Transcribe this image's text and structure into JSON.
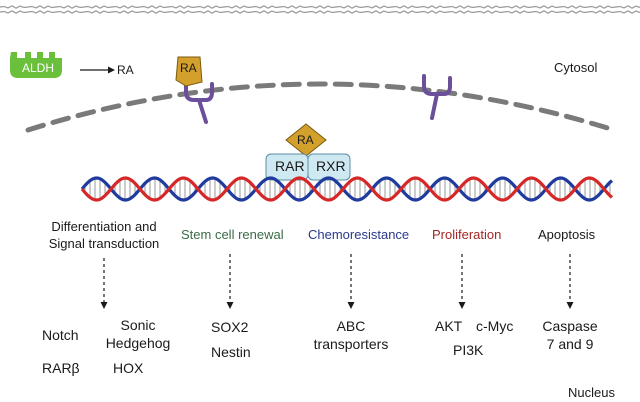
{
  "compartments": {
    "cytosol": "Cytosol",
    "nucleus": "Nucleus"
  },
  "enzyme": {
    "name": "ALDH",
    "product": "RA",
    "color": "#6abf3b"
  },
  "ligand": {
    "label": "RA",
    "color": "#d4a02c"
  },
  "receptors": {
    "rar": "RAR",
    "rxr": "RXR",
    "color": "#cfe9f2"
  },
  "receptor_protein_color": "#6b4f9a",
  "dna_colors": {
    "strand_a": "#d62828",
    "strand_b": "#1f3b9e"
  },
  "pathways": [
    {
      "title": "Differentiation and Signal transduction",
      "title_line1": "Differentiation and",
      "title_line2": "Signal transduction",
      "color": "#1a1a1a",
      "genes": [
        "Notch",
        "Sonic Hedgehog",
        "RARβ",
        "HOX"
      ],
      "sonic_line1": "Sonic",
      "sonic_line2": "Hedgehog"
    },
    {
      "title": "Stem cell renewal",
      "color": "#3a6b47",
      "genes": [
        "SOX2",
        "Nestin"
      ]
    },
    {
      "title": "Chemoresistance",
      "color": "#2a3a8c",
      "genes_line1": "ABC",
      "genes_line2": "transporters"
    },
    {
      "title": "Proliferation",
      "color": "#a32626",
      "genes": [
        "AKT",
        "c-Myc",
        "PI3K"
      ]
    },
    {
      "title": "Apoptosis",
      "color": "#1a1a1a",
      "genes_line1": "Caspase",
      "genes_line2": "7 and 9"
    }
  ]
}
